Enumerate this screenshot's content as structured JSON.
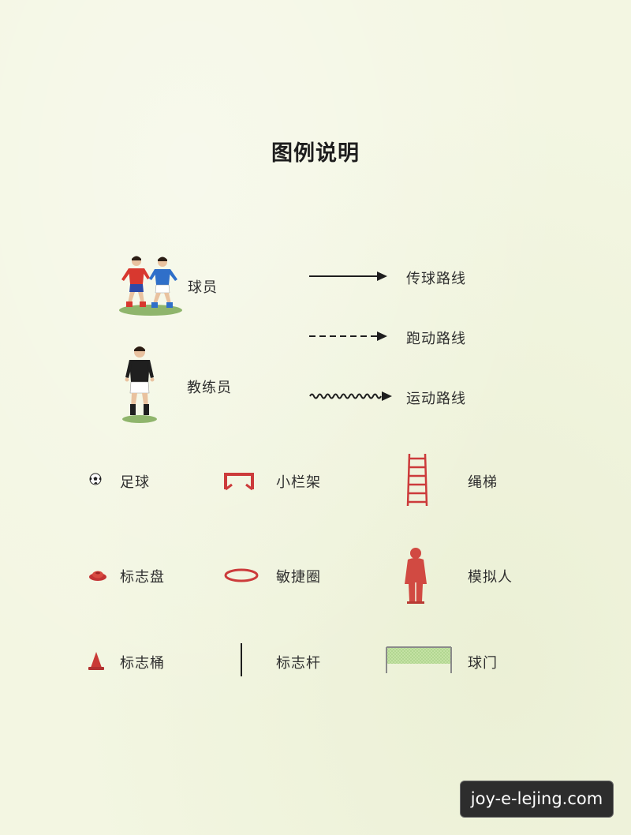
{
  "title": "图例说明",
  "legend": {
    "player": "球员",
    "coach": "教练员",
    "pass_route": "传球路线",
    "run_route": "跑动路线",
    "movement_route": "运动路线",
    "ball": "足球",
    "mini_hurdle": "小栏架",
    "rope_ladder": "绳梯",
    "disc_marker": "标志盘",
    "agility_ring": "敏捷圈",
    "dummy": "模拟人",
    "cone": "标志桶",
    "pole": "标志杆",
    "goal": "球门"
  },
  "watermark": "joy-e-lejing.com",
  "colors": {
    "background": "#f3f6e2",
    "equipment_red": "#cc3b3b",
    "goal_green": "#bfe0a0",
    "line_dark": "#1e1e1e"
  }
}
